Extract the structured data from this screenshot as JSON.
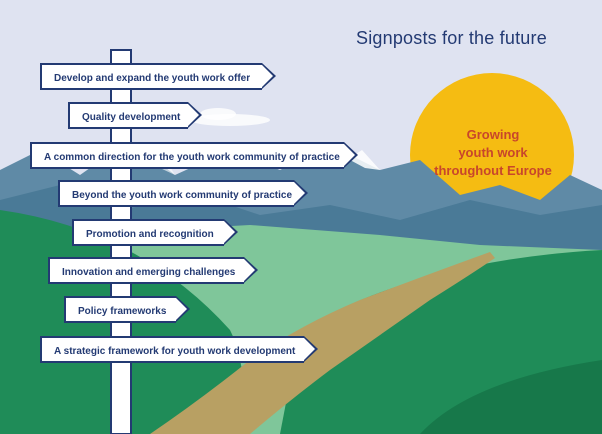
{
  "title": "Signposts for the future",
  "sun_text": [
    "Growing",
    "youth work",
    "throughout Europe"
  ],
  "signs": [
    "Develop and expand the youth work offer",
    "Quality development",
    "A common direction for the youth work community of practice",
    "Beyond the youth work community of practice",
    "Promotion and recognition",
    "Innovation and emerging challenges",
    "Policy frameworks",
    "A strategic framework for youth work development"
  ],
  "colors": {
    "sky": "#dfe3f1",
    "navy": "#233a73",
    "sun": "#f5bc12",
    "sun_text": "#c8462b",
    "mountain": "#5f8aa6",
    "hill_dark": "#1f8c58",
    "hill_light": "#7fc69a",
    "path": "#b8a063"
  }
}
